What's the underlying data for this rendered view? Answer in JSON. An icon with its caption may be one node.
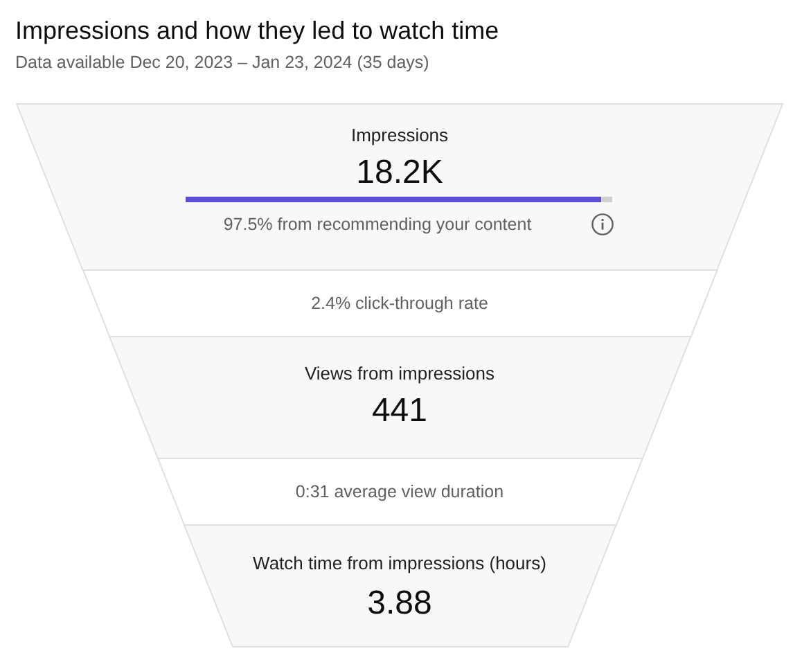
{
  "diagram": {
    "title": "Impressions and how they led to watch time",
    "nodes": [
      {
        "text": [
          "Impressions",
          "18.2K",
          "97.5% from recommending your content"
        ]
      },
      {
        "text": [
          "2.4% click-through rate"
        ]
      },
      {
        "text": [
          "Views from impressions",
          "441"
        ]
      },
      {
        "text": [
          "0:31 average view duration"
        ]
      },
      {
        "text": [
          "Watch time from impressions (hours)",
          "3.88"
        ]
      }
    ],
    "labels": [
      "Data available Dec 20, 2023 – Jan 23, 2024 (35 days)"
    ]
  }
}
